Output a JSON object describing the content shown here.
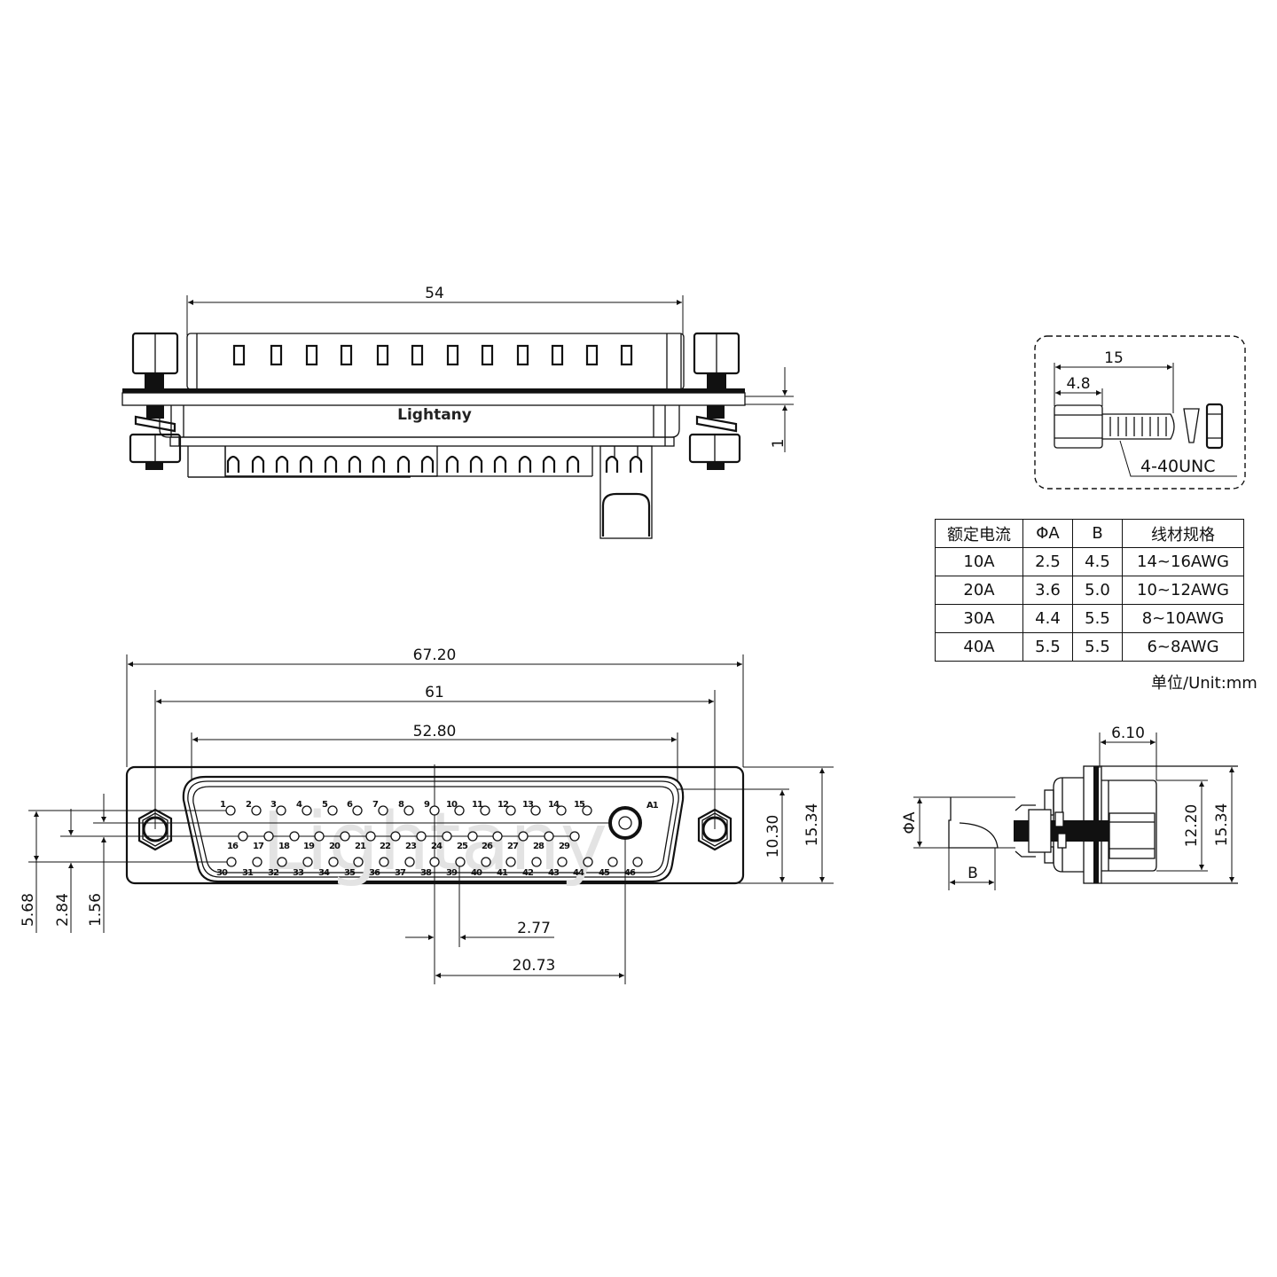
{
  "top_view": {
    "width_dim": "54",
    "panel_thickness_dim": "1",
    "brand_label": "Lightany",
    "power_contact_windows": 12,
    "signal_tail_count": 17
  },
  "screw_detail": {
    "overall_length_dim": "15",
    "hex_length_dim": "4.8",
    "thread_label": "4-40UNC"
  },
  "spec_table": {
    "headers": [
      "额定电流",
      "ΦA",
      "B",
      "线材规格"
    ],
    "rows": [
      [
        "10A",
        "2.5",
        "4.5",
        "14~16AWG"
      ],
      [
        "20A",
        "3.6",
        "5.0",
        "10~12AWG"
      ],
      [
        "30A",
        "4.4",
        "5.5",
        "8~10AWG"
      ],
      [
        "40A",
        "5.5",
        "5.5",
        "6~8AWG"
      ]
    ],
    "unit_note": "单位/Unit:mm"
  },
  "front_view": {
    "overall_width_dim": "67.20",
    "mount_hole_pitch_dim": "61",
    "shell_width_dim": "52.80",
    "shell_height_dim": "10.30",
    "flange_height_dim": "15.34",
    "left_dims": [
      "5.68",
      "2.84",
      "1.56"
    ],
    "pin_pitch_dim": "2.77",
    "power_offset_dim": "20.73",
    "power_contact_label": "A1",
    "row1_pins": [
      "1",
      "2",
      "3",
      "4",
      "5",
      "6",
      "7",
      "8",
      "9",
      "10",
      "11",
      "12",
      "13",
      "14",
      "15"
    ],
    "row2_pins": [
      "16",
      "17",
      "18",
      "19",
      "20",
      "21",
      "22",
      "23",
      "24",
      "25",
      "26",
      "27",
      "28",
      "29"
    ],
    "row3_pins": [
      "30",
      "31",
      "32",
      "33",
      "34",
      "35",
      "36",
      "37",
      "38",
      "39",
      "40",
      "41",
      "42",
      "43",
      "44",
      "45",
      "46"
    ],
    "watermark": "Lightany"
  },
  "side_view": {
    "depth_dim": "6.10",
    "shell_height_dim": "12.20",
    "flange_height_dim": "15.34",
    "wire_diameter_label": "ΦA",
    "crimp_length_label": "B"
  }
}
